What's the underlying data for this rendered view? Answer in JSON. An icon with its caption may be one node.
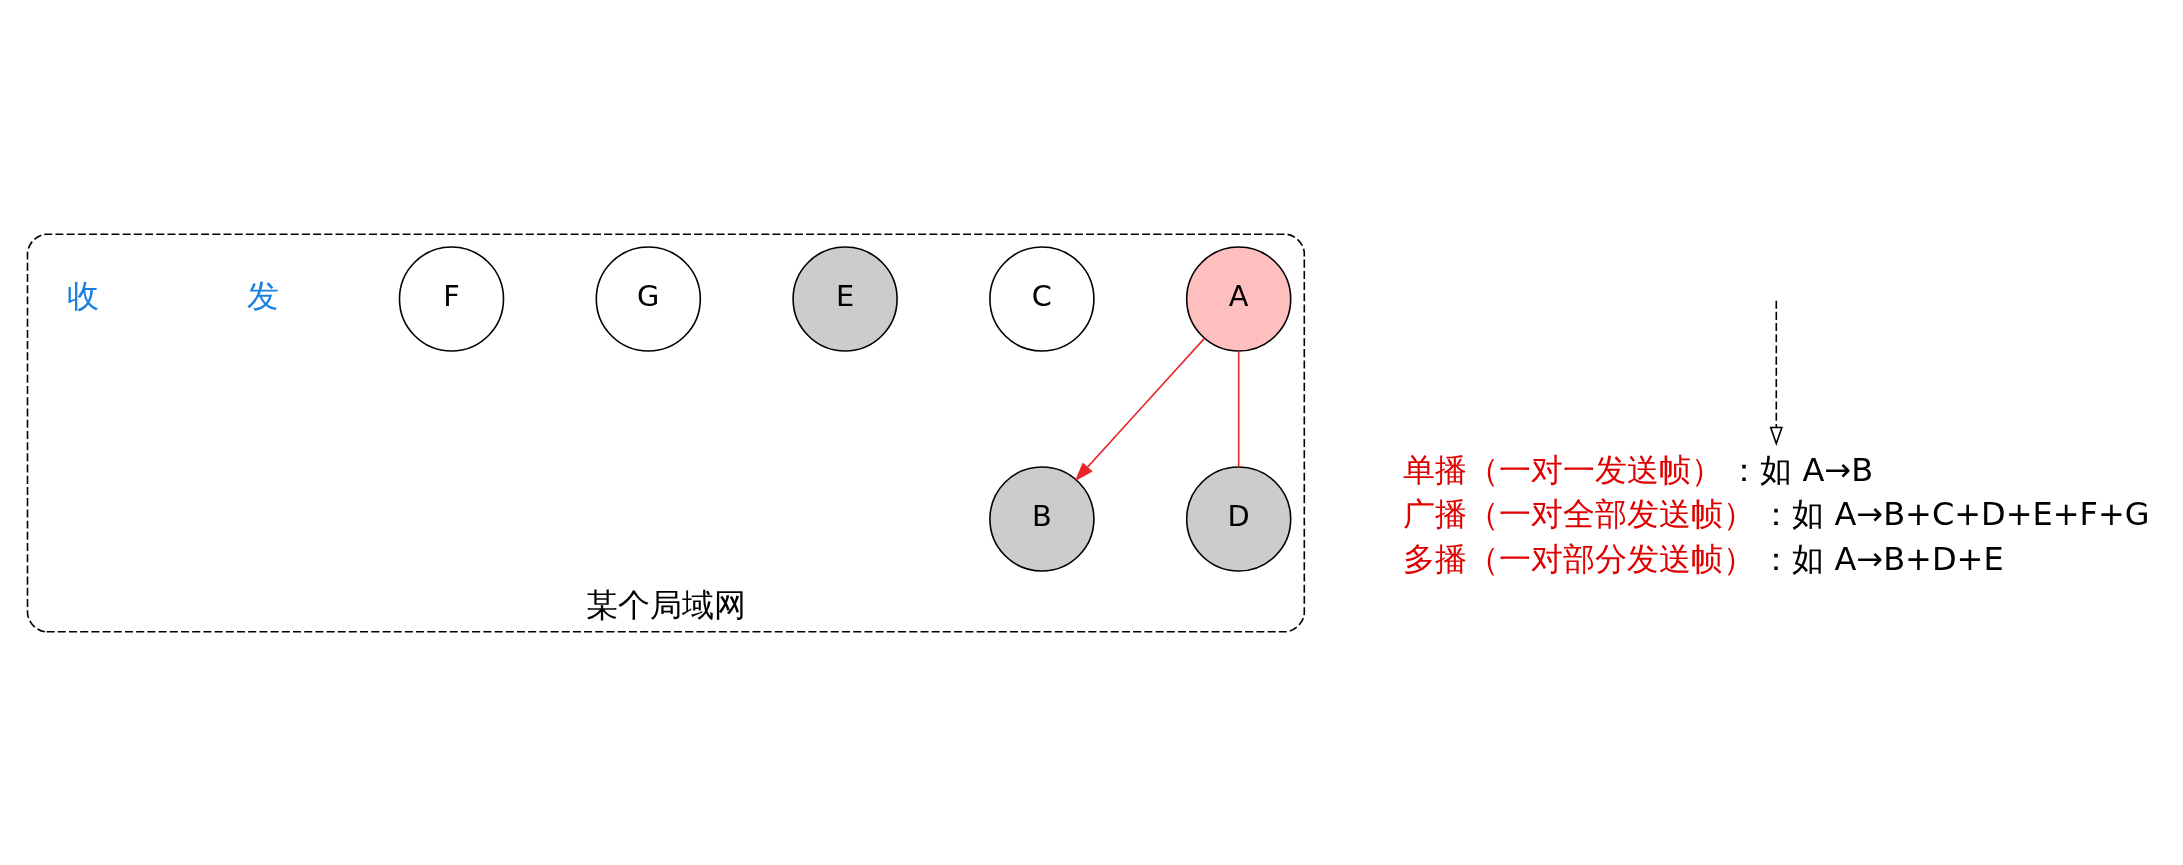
{
  "diagram": {
    "nodes": [
      {
        "text": [
          "某个局域网"
        ]
      },
      {
        "text": [
          "A"
        ],
        "in": 0
      },
      {
        "text": [
          "C"
        ],
        "in": 0
      },
      {
        "text": [
          "E"
        ],
        "in": 0
      },
      {
        "text": [
          "B"
        ],
        "in": 0
      },
      {
        "text": [
          "D"
        ],
        "in": 0
      },
      {
        "text": [
          "G"
        ],
        "in": 0
      },
      {
        "text": [
          "F"
        ],
        "in": 0
      },
      {
        "text": [
          "单播（一对一发送帧）：如 A→B",
          "广播（一对全部发送帧）：如 A→B+C+D+E+F+G",
          "多播（一对部分发送帧）：如 A→B+D+E"
        ]
      }
    ],
    "edges": [
      {
        "from": null,
        "to": 8,
        "arrow": "to",
        "style": "dashed",
        "color": "#000000"
      },
      {
        "from": 1,
        "to": 4,
        "arrow": "to",
        "color": "#e8262a"
      },
      {
        "from": 1,
        "to": 5,
        "arrow": "none",
        "color": "#e8262a"
      }
    ],
    "labels": [
      "发",
      "收"
    ]
  }
}
